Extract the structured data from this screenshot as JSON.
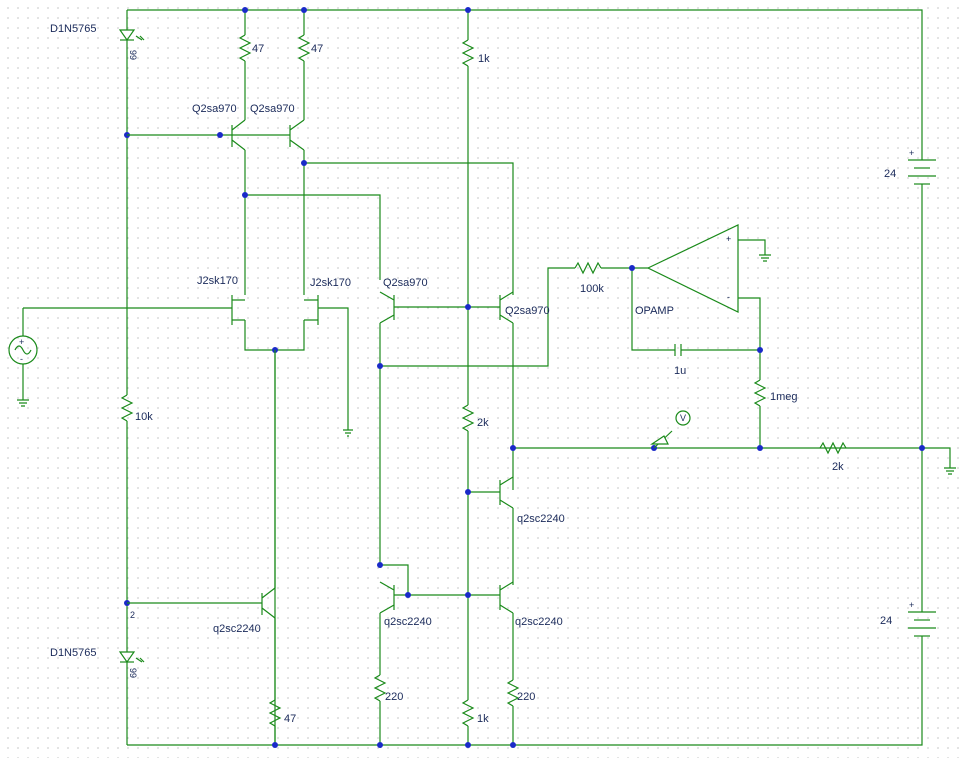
{
  "labels": {
    "d_top": "D1N5765",
    "d_bot": "D1N5765",
    "r47a": "47",
    "r47b": "47",
    "q_pnp_a": "Q2sa970",
    "q_pnp_b": "Q2sa970",
    "j_a": "J2sk170",
    "j_b": "J2sk170",
    "r10k": "10k",
    "q_npn_left": "q2sc2240",
    "r47c": "47",
    "r1k_top": "1k",
    "q_pnp_mid": "Q2sa970",
    "q_pnp_right": "Q2sa970",
    "r2k_mid": "2k",
    "q_npn_mid": "q2sc2240",
    "q_mirror_l": "q2sc2240",
    "q_mirror_r": "q2sc2240",
    "r220a": "220",
    "r1k_bot": "1k",
    "r220b": "220",
    "r100k": "100k",
    "opamp": "OPAMP",
    "cap": "1u",
    "r1meg": "1meg",
    "r2k_load": "2k",
    "vbat_top": "24",
    "vbat_bot": "24",
    "probe": "V",
    "opamp_plus": "+",
    "opamp_minus": "-",
    "bat_plus_top": "+",
    "bat_plus_bot": "+",
    "src_plus": "+",
    "src_minus": "-",
    "node2": "2",
    "d_top_tag": "99",
    "d_bot_tag": "99"
  },
  "colors": {
    "wire": "#1a8a1a",
    "junction": "#1a2ac8",
    "label": "#1a2a5a",
    "grid_dot": "#9a9a9a"
  }
}
